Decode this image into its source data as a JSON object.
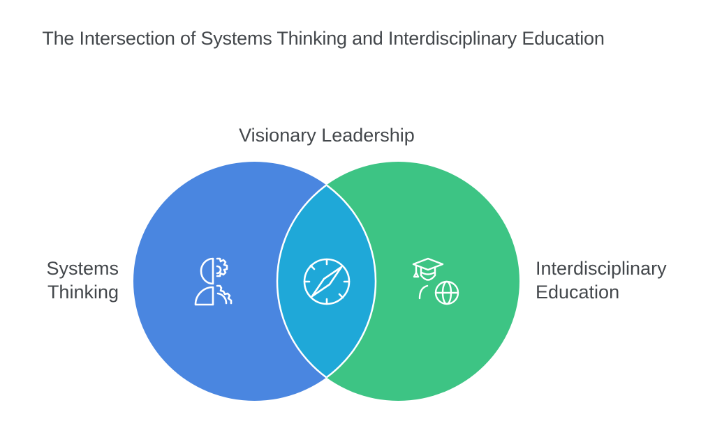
{
  "title": "The Intersection of Systems Thinking and Interdisciplinary Education",
  "colors": {
    "left_circle": "#4A86E0",
    "right_circle": "#3DC484",
    "intersection": "#1FA8D8",
    "outline": "#FFFFFF",
    "text": "#43474B"
  },
  "sets": [
    {
      "id": "left",
      "label_line1": "Systems",
      "label_line2": "Thinking",
      "icon": "person-gear-icon"
    },
    {
      "id": "right",
      "label_line1": "Interdisciplinary",
      "label_line2": "Education",
      "icon": "graduate-globe-icon"
    }
  ],
  "intersection": {
    "label": "Visionary Leadership",
    "icon": "compass-icon"
  }
}
